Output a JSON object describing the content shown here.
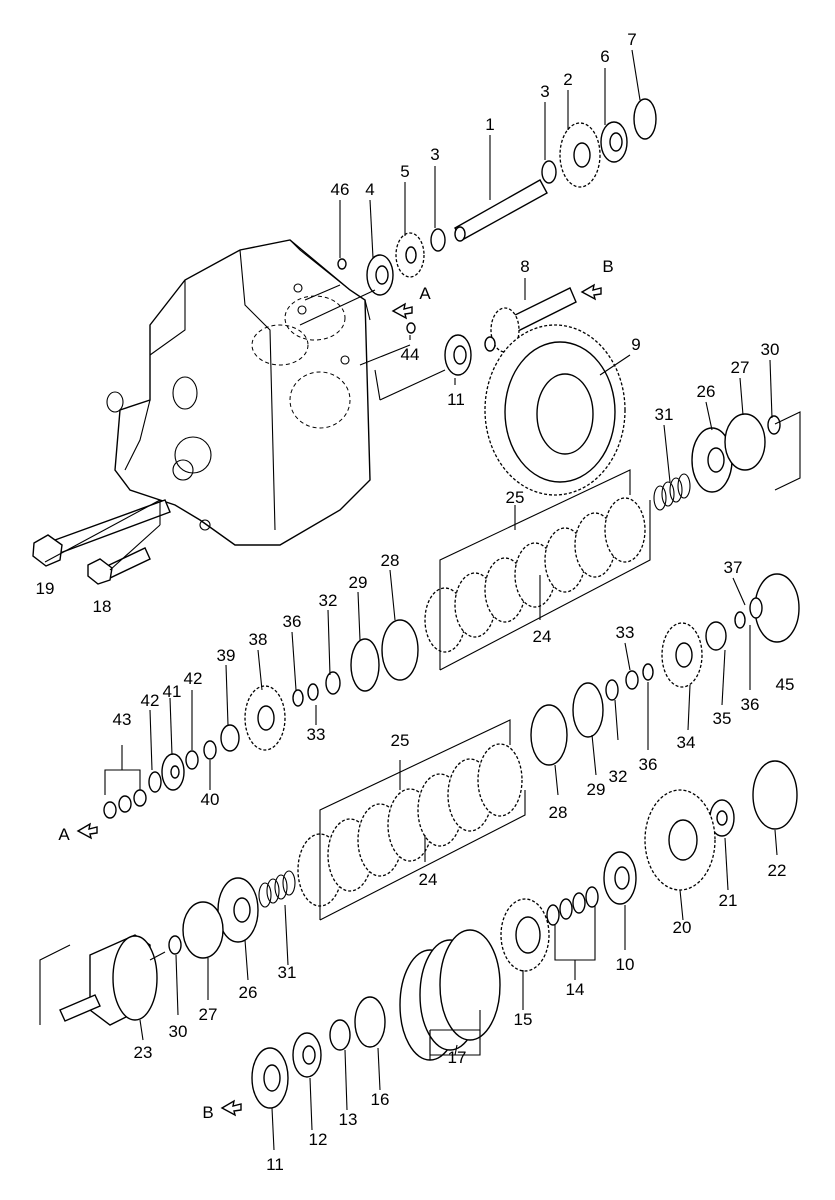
{
  "diagram": {
    "callouts": [
      "1",
      "2",
      "3",
      "3",
      "4",
      "5",
      "6",
      "7",
      "8",
      "9",
      "10",
      "11",
      "11",
      "12",
      "13",
      "14",
      "15",
      "16",
      "17",
      "18",
      "19",
      "20",
      "21",
      "22",
      "23",
      "24",
      "24",
      "25",
      "25",
      "26",
      "26",
      "27",
      "27",
      "28",
      "28",
      "29",
      "29",
      "30",
      "30",
      "31",
      "31",
      "32",
      "32",
      "33",
      "33",
      "34",
      "35",
      "36",
      "36",
      "36",
      "37",
      "38",
      "39",
      "40",
      "41",
      "42",
      "42",
      "43",
      "44",
      "45",
      "46"
    ],
    "markers": [
      "A",
      "A",
      "B",
      "B"
    ]
  }
}
